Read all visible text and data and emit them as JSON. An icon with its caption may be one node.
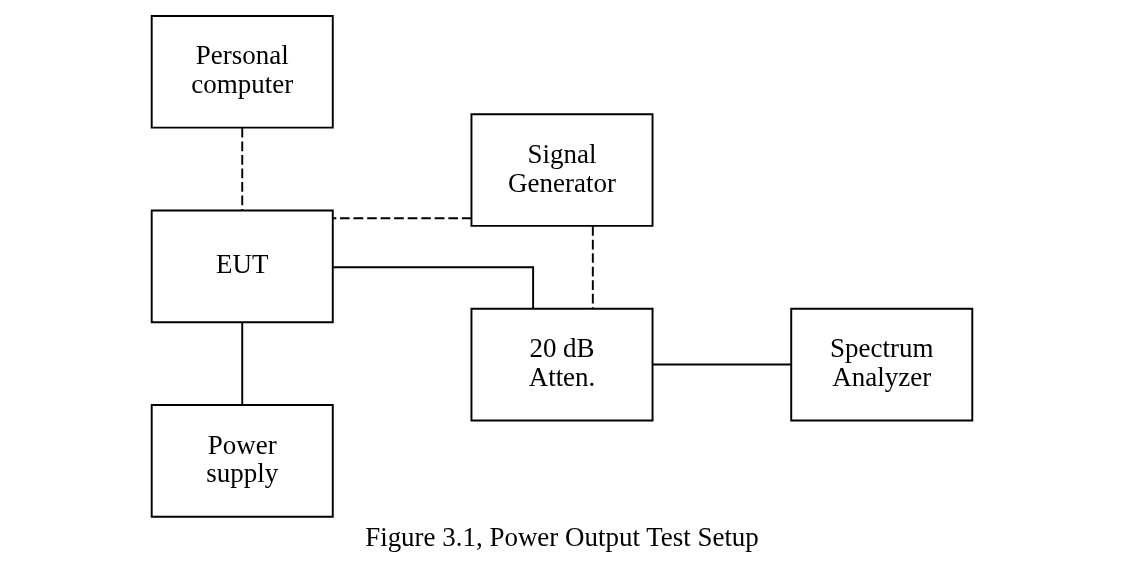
{
  "diagram": {
    "caption": "Figure 3.1, Power Output Test Setup",
    "nodes": [
      {
        "text": [
          "Personal computer"
        ]
      },
      {
        "text": [
          "EUT"
        ]
      },
      {
        "text": [
          "20 dB Atten."
        ]
      },
      {
        "text": [
          "Spectrum Analyzer"
        ]
      },
      {
        "text": [
          "Power supply"
        ]
      },
      {
        "text": [
          "Signal Generator"
        ]
      }
    ],
    "edges": [
      {
        "from": 0,
        "to": 1,
        "arrow": "none",
        "style": "dashed"
      },
      {
        "from": 1,
        "to": 2,
        "arrow": "none"
      },
      {
        "from": 2,
        "to": 3,
        "arrow": "none"
      },
      {
        "from": 1,
        "to": 4,
        "arrow": "none"
      },
      {
        "from": 5,
        "to": 1,
        "arrow": "none",
        "style": "dashed"
      },
      {
        "from": 5,
        "to": 2,
        "arrow": "none",
        "style": "dashed"
      }
    ]
  }
}
